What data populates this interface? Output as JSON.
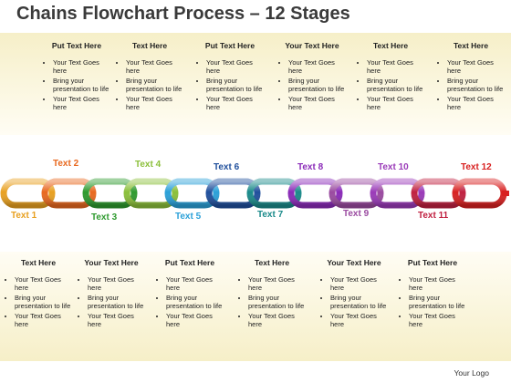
{
  "title": "Chains Flowchart Process – 12 Stages",
  "top_columns": [
    {
      "heading": "Put Text Here",
      "items": [
        "Your Text Goes here",
        "Bring your presentation to life",
        "Your Text Goes here"
      ]
    },
    {
      "heading": "Text Here",
      "items": [
        "Your Text Goes here",
        "Bring your presentation to life",
        "Your Text Goes here"
      ]
    },
    {
      "heading": "Put Text Here",
      "items": [
        "Your Text Goes here",
        "Bring your presentation to life",
        "Your Text Goes here"
      ]
    },
    {
      "heading": "Your Text Here",
      "items": [
        "Your Text Goes here",
        "Bring your presentation to life",
        "Your Text Goes here"
      ]
    },
    {
      "heading": "Text Here",
      "items": [
        "Your Text Goes here",
        "Bring your presentation to life",
        "Your Text Goes here"
      ]
    },
    {
      "heading": "Text Here",
      "items": [
        "Your Text Goes here",
        "Bring your presentation to life",
        "Your Text Goes here"
      ]
    }
  ],
  "bottom_columns": [
    {
      "heading": "Text Here",
      "items": [
        "Your Text Goes here",
        "Bring your presentation to life",
        "Your Text Goes here"
      ]
    },
    {
      "heading": "Your Text Here",
      "items": [
        "Your Text Goes here",
        "Bring your presentation to life",
        "Your Text Goes here"
      ]
    },
    {
      "heading": "Put Text Here",
      "items": [
        "Your Text Goes here",
        "Bring your presentation to life",
        "Your Text Goes here"
      ]
    },
    {
      "heading": "Text Here",
      "items": [
        "Your Text Goes here",
        "Bring your presentation to life",
        "Your Text Goes here"
      ]
    },
    {
      "heading": "Your Text Here",
      "items": [
        "Your Text Goes here",
        "Bring your presentation to life",
        "Your Text Goes here"
      ]
    },
    {
      "heading": "Put Text Here",
      "items": [
        "Your Text Goes here",
        "Bring your presentation to life",
        "Your Text Goes here"
      ]
    }
  ],
  "chain_links": [
    {
      "label": "Text 1",
      "color": "#e8a020"
    },
    {
      "label": "Text 2",
      "color": "#e8681e"
    },
    {
      "label": "Text 3",
      "color": "#2e9a2e"
    },
    {
      "label": "Text 4",
      "color": "#8bbf3a"
    },
    {
      "label": "Text 5",
      "color": "#2aa0d8"
    },
    {
      "label": "Text 6",
      "color": "#1f4f9c"
    },
    {
      "label": "Text 7",
      "color": "#1a8a8a"
    },
    {
      "label": "Text 8",
      "color": "#8a2ab8"
    },
    {
      "label": "Text 9",
      "color": "#9a4aa0"
    },
    {
      "label": "Text 10",
      "color": "#9a3ab8"
    },
    {
      "label": "Text 11",
      "color": "#c02040"
    },
    {
      "label": "Text 12",
      "color": "#d82020"
    }
  ],
  "logo": "Your Logo"
}
